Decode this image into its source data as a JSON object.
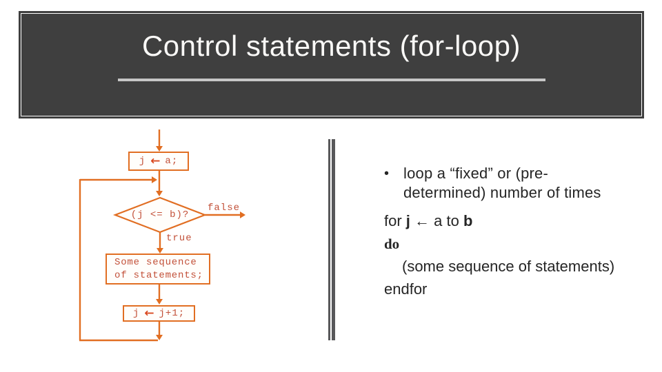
{
  "theme": {
    "header_bg": "#3F3F3F",
    "title_color": "#FAF9F7",
    "rule_color": "#C6C6C6",
    "flow_accent": "#E16E22",
    "flow_arrow": "#D9481F",
    "flow_text": "#C25038",
    "separator": "#58585A",
    "panel_text": "#252525"
  },
  "slide": {
    "title": "Control statements (for-loop)"
  },
  "flowchart": {
    "init_box": {
      "var": "j",
      "arrow": "←",
      "value": "a;"
    },
    "condition": "(j <= b)?",
    "false_label": "false",
    "true_label": "true",
    "body_box": {
      "lines": [
        "Some sequence",
        "of statements;"
      ]
    },
    "increment_box": {
      "var": "j",
      "arrow": "←",
      "value": "j+1;"
    }
  },
  "panel": {
    "bullet": "•",
    "bullet_lines": [
      "loop a “fixed” or (pre-",
      "determined) number of times"
    ],
    "pseudocode": {
      "for_pre": "for ",
      "for_var": "j",
      "for_arrow": " ← ",
      "for_mid": "a to ",
      "for_bound": "b",
      "do_keyword": "do",
      "body": "(some sequence of statements)",
      "end_keyword": "endfor"
    }
  }
}
